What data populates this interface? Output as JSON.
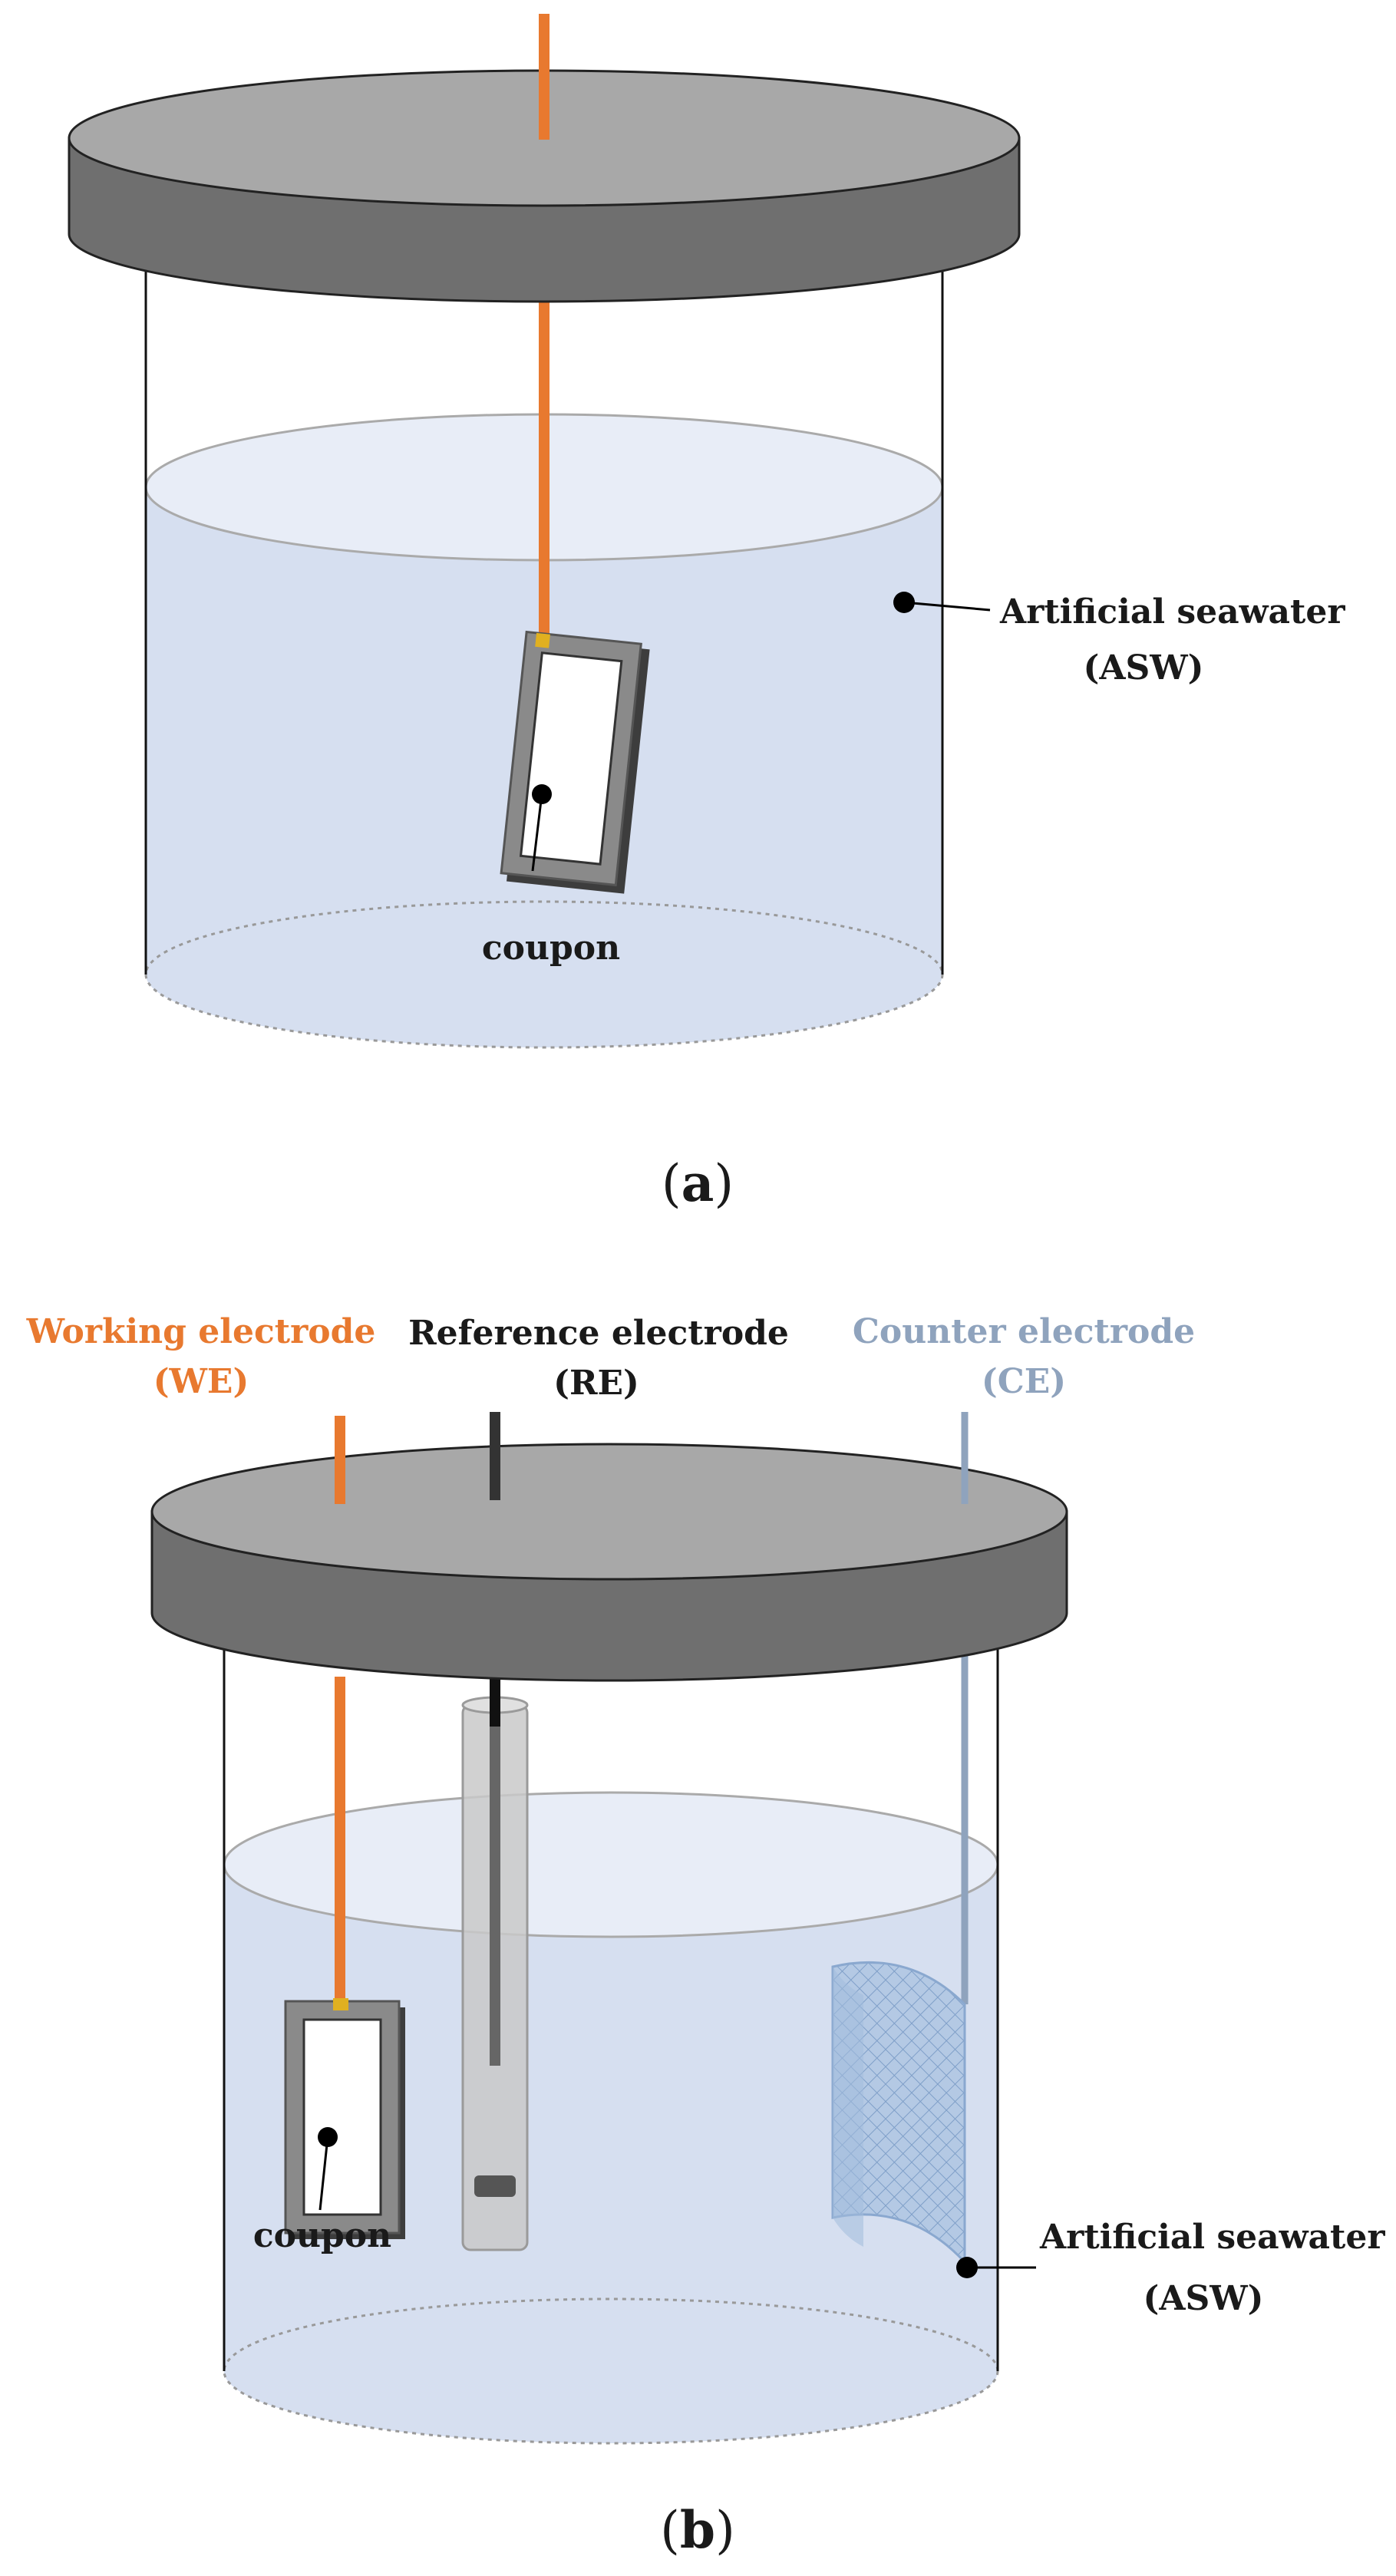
{
  "panel_a": {
    "caption_letter": "a",
    "solution_label_line1": "Artificial seawater",
    "solution_label_line2": "(ASW)",
    "coupon_label": "coupon"
  },
  "panel_b": {
    "caption_letter": "b",
    "we_label_line1": "Working electrode",
    "we_label_line2": "(WE)",
    "re_label_line1": "Reference electrode",
    "re_label_line2": "(RE)",
    "ce_label_line1": "Counter electrode",
    "ce_label_line2": "(CE)",
    "solution_label_line1": "Artificial seawater",
    "solution_label_line2": "(ASW)",
    "coupon_label": "coupon"
  },
  "colors": {
    "working_electrode": "#e8792f",
    "reference_electrode": "#333333",
    "counter_electrode": "#8fa3bd",
    "lid": "#6f6f6f",
    "lid_top": "#a8a8a8",
    "water": "#d6dff0",
    "water_surface": "#e6ebf6",
    "mesh": "#a9c2e0"
  }
}
